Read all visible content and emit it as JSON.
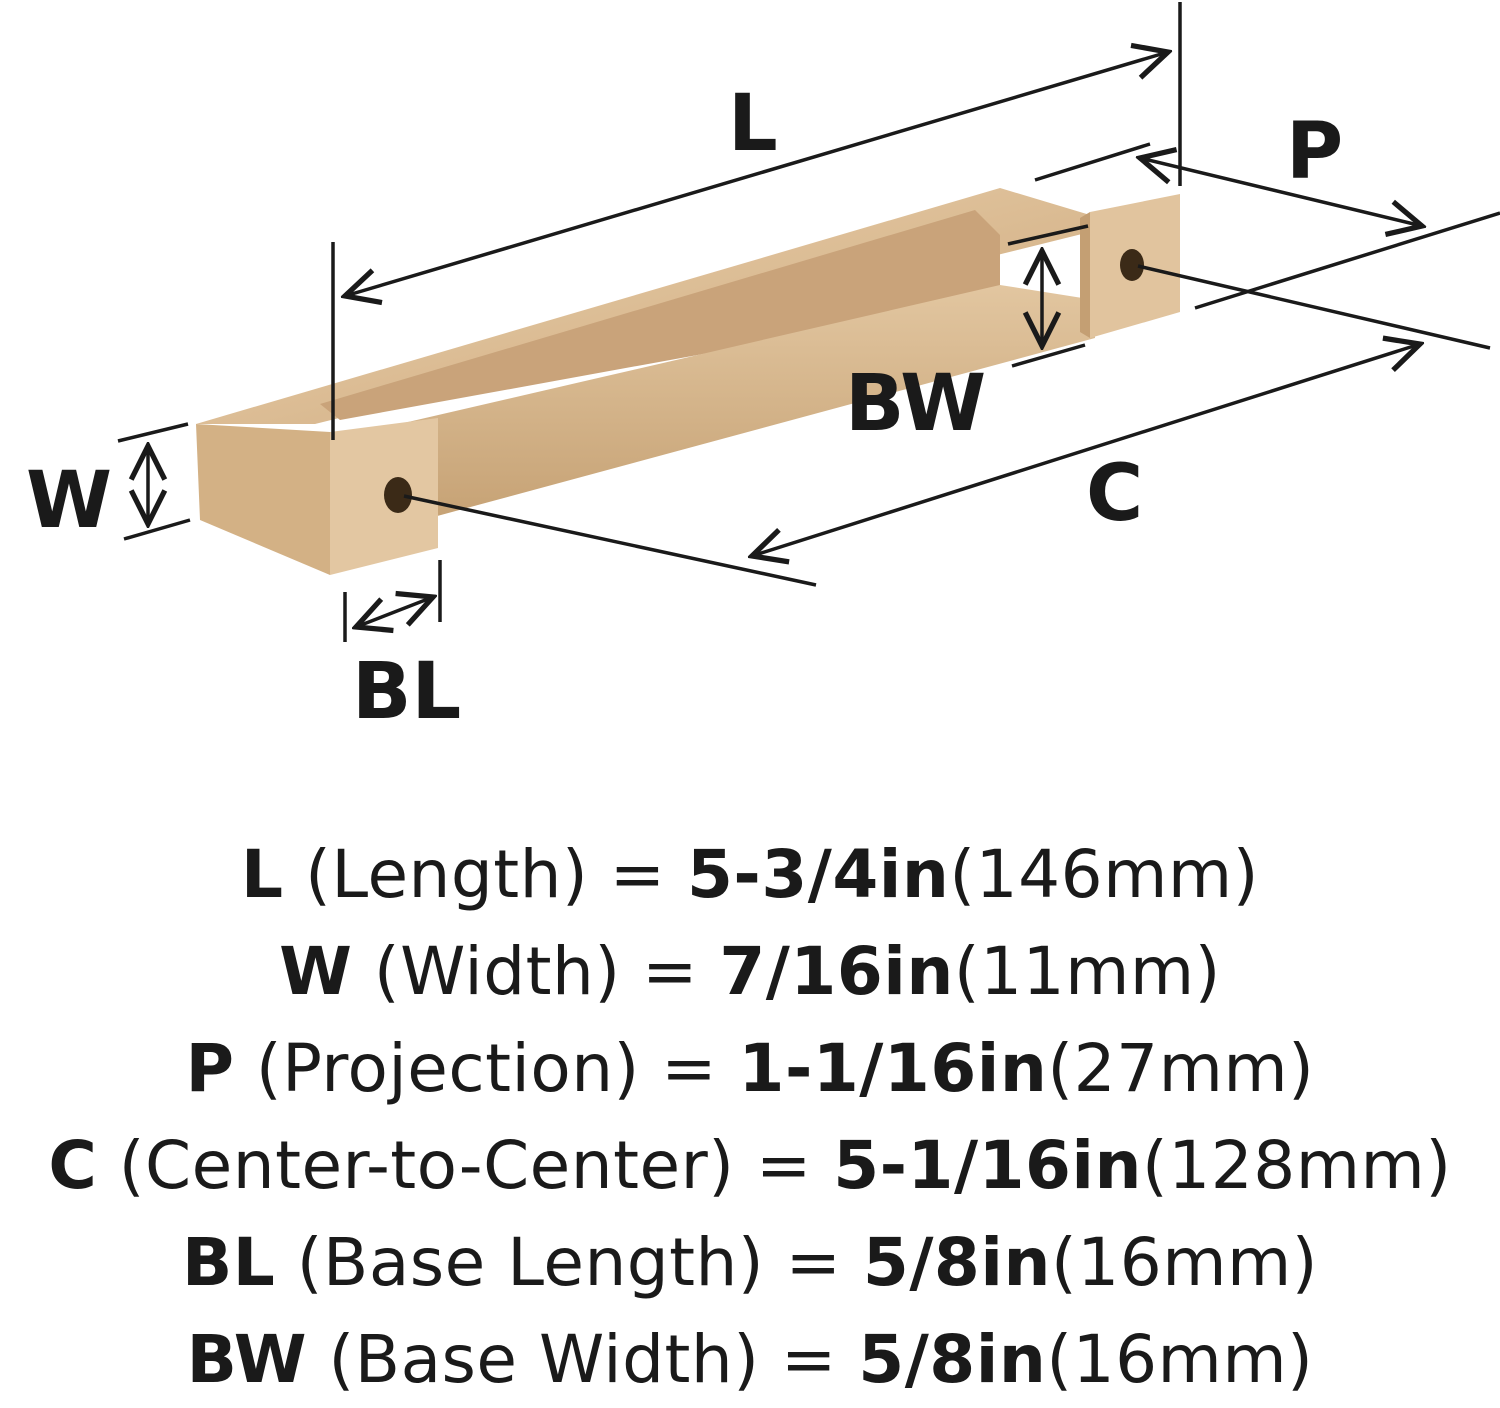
{
  "labels": {
    "L": "L",
    "P": "P",
    "BW": "BW",
    "W": "W",
    "C": "C",
    "BL": "BL"
  },
  "colors": {
    "brass_light": "#e6ccaa",
    "brass_mid": "#d8b88f",
    "brass_dark": "#b89466",
    "line": "#1a1a1a"
  },
  "specs": [
    {
      "symbol": "L",
      "name": " (Length) ",
      "eq": "= ",
      "imperial": "5-3/4in",
      "metric": "(146mm)"
    },
    {
      "symbol": "W",
      "name": " (Width) ",
      "eq": "= ",
      "imperial": "7/16in",
      "metric": "(11mm)"
    },
    {
      "symbol": "P",
      "name": " (Projection) ",
      "eq": "= ",
      "imperial": "1-1/16in",
      "metric": "(27mm)"
    },
    {
      "symbol": "C",
      "name": " (Center-to-Center) ",
      "eq": "= ",
      "imperial": "5-1/16in",
      "metric": "(128mm)"
    },
    {
      "symbol": "BL",
      "name": " (Base Length) ",
      "eq": "= ",
      "imperial": "5/8in",
      "metric": "(16mm)"
    },
    {
      "symbol": "BW",
      "name": " (Base Width) ",
      "eq": "= ",
      "imperial": "5/8in",
      "metric": "(16mm)"
    }
  ]
}
